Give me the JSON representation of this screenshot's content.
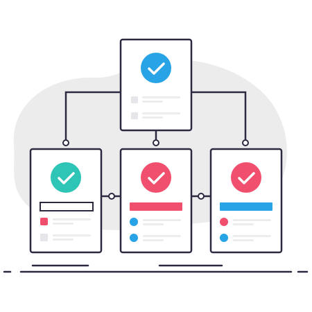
{
  "colors": {
    "outline": "#2b2840",
    "blob": "#ececec",
    "placeholder": "#e6e6ea",
    "line_gray": "#ececef",
    "blue": "#27a3e6",
    "teal": "#2ec4b6",
    "red": "#f0506e",
    "white": "#ffffff"
  },
  "cards": [
    {
      "id": "top",
      "badge_color": "blue",
      "badge_icon": "check-icon"
    },
    {
      "id": "left",
      "badge_color": "teal",
      "badge_icon": "check-icon"
    },
    {
      "id": "middle",
      "badge_color": "red",
      "badge_icon": "check-icon"
    },
    {
      "id": "right",
      "badge_color": "red",
      "badge_icon": "check-icon"
    }
  ]
}
